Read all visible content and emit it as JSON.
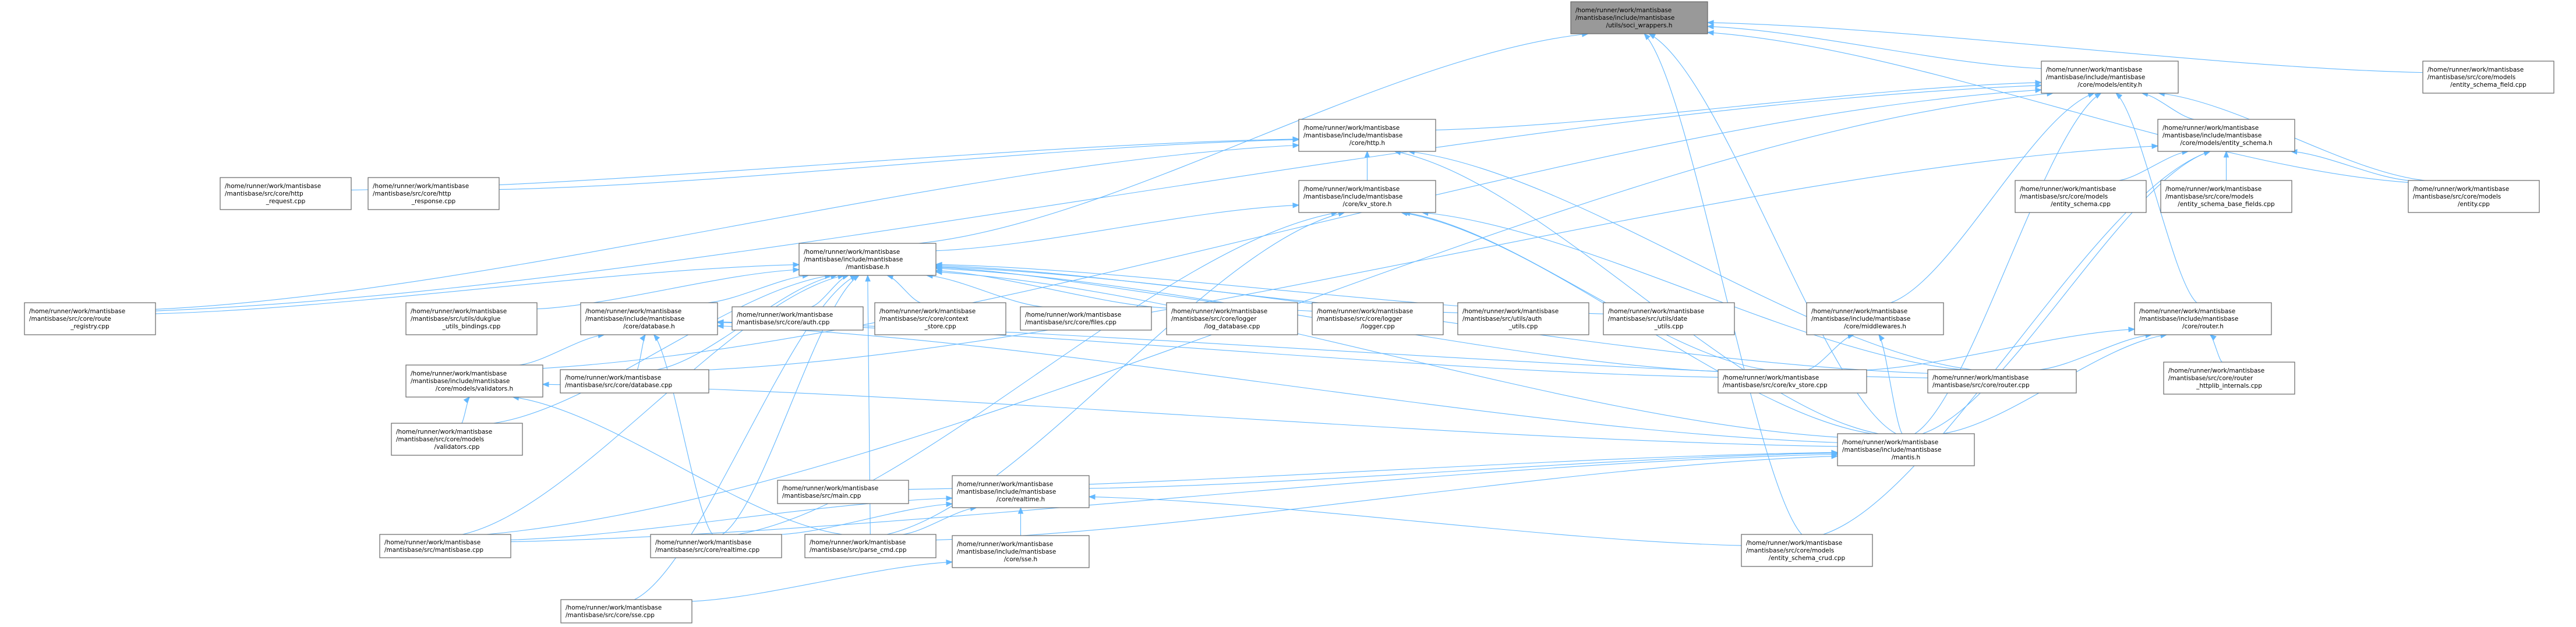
{
  "title": "Include dependency graph (included by) for soci_wrappers.h",
  "colors": {
    "edge": "#63b8ff",
    "focus_fill": "#999999",
    "node_fill": "#ffffff",
    "node_border": "#666666"
  },
  "nodes": [
    {
      "id": "soci_wrappers_h",
      "focus": true,
      "lines": [
        "/home/runner/work/mantisbase",
        "/mantisbase/include/mantisbase",
        "/utils/soci_wrappers.h"
      ]
    },
    {
      "id": "entity_h",
      "lines": [
        "/home/runner/work/mantisbase",
        "/mantisbase/include/mantisbase",
        "/core/models/entity.h"
      ]
    },
    {
      "id": "entity_schema_field_cpp",
      "lines": [
        "/home/runner/work/mantisbase",
        "/mantisbase/src/core/models",
        "/entity_schema_field.cpp"
      ]
    },
    {
      "id": "http_h",
      "lines": [
        "/home/runner/work/mantisbase",
        "/mantisbase/include/mantisbase",
        "/core/http.h"
      ]
    },
    {
      "id": "entity_schema_h",
      "lines": [
        "/home/runner/work/mantisbase",
        "/mantisbase/include/mantisbase",
        "/core/models/entity_schema.h"
      ]
    },
    {
      "id": "http_request_cpp",
      "lines": [
        "/home/runner/work/mantisbase",
        "/mantisbase/src/core/http",
        "_request.cpp"
      ]
    },
    {
      "id": "http_response_cpp",
      "lines": [
        "/home/runner/work/mantisbase",
        "/mantisbase/src/core/http",
        "_response.cpp"
      ]
    },
    {
      "id": "kv_store_h",
      "lines": [
        "/home/runner/work/mantisbase",
        "/mantisbase/include/mantisbase",
        "/core/kv_store.h"
      ]
    },
    {
      "id": "entity_schema_cpp",
      "lines": [
        "/home/runner/work/mantisbase",
        "/mantisbase/src/core/models",
        "/entity_schema.cpp"
      ]
    },
    {
      "id": "entity_schema_base_fields_cpp",
      "lines": [
        "/home/runner/work/mantisbase",
        "/mantisbase/src/core/models",
        "/entity_schema_base_fields.cpp"
      ]
    },
    {
      "id": "entity_cpp",
      "lines": [
        "/home/runner/work/mantisbase",
        "/mantisbase/src/core/models",
        "/entity.cpp"
      ]
    },
    {
      "id": "mantisbase_h",
      "lines": [
        "/home/runner/work/mantisbase",
        "/mantisbase/include/mantisbase",
        "/mantisbase.h"
      ]
    },
    {
      "id": "route_registry_cpp",
      "lines": [
        "/home/runner/work/mantisbase",
        "/mantisbase/src/core/route",
        "_registry.cpp"
      ]
    },
    {
      "id": "dukglue_utils_bindings_cpp",
      "lines": [
        "/home/runner/work/mantisbase",
        "/mantisbase/src/utils/dukglue",
        "_utils_bindings.cpp"
      ]
    },
    {
      "id": "database_h",
      "lines": [
        "/home/runner/work/mantisbase",
        "/mantisbase/include/mantisbase",
        "/core/database.h"
      ]
    },
    {
      "id": "auth_cpp",
      "lines": [
        "/home/runner/work/mantisbase",
        "/mantisbase/src/core/auth.cpp"
      ]
    },
    {
      "id": "context_store_cpp",
      "lines": [
        "/home/runner/work/mantisbase",
        "/mantisbase/src/core/context",
        "_store.cpp"
      ]
    },
    {
      "id": "files_cpp",
      "lines": [
        "/home/runner/work/mantisbase",
        "/mantisbase/src/core/files.cpp"
      ]
    },
    {
      "id": "log_database_cpp",
      "lines": [
        "/home/runner/work/mantisbase",
        "/mantisbase/src/core/logger",
        "/log_database.cpp"
      ]
    },
    {
      "id": "logger_cpp",
      "lines": [
        "/home/runner/work/mantisbase",
        "/mantisbase/src/core/logger",
        "/logger.cpp"
      ]
    },
    {
      "id": "auth_utils_cpp",
      "lines": [
        "/home/runner/work/mantisbase",
        "/mantisbase/src/utils/auth",
        "_utils.cpp"
      ]
    },
    {
      "id": "date_utils_cpp",
      "lines": [
        "/home/runner/work/mantisbase",
        "/mantisbase/src/utils/date",
        "_utils.cpp"
      ]
    },
    {
      "id": "middlewares_h",
      "lines": [
        "/home/runner/work/mantisbase",
        "/mantisbase/include/mantisbase",
        "/core/middlewares.h"
      ]
    },
    {
      "id": "router_h",
      "lines": [
        "/home/runner/work/mantisbase",
        "/mantisbase/include/mantisbase",
        "/core/router.h"
      ]
    },
    {
      "id": "validators_h",
      "lines": [
        "/home/runner/work/mantisbase",
        "/mantisbase/include/mantisbase",
        "/core/models/validators.h"
      ]
    },
    {
      "id": "database_cpp",
      "lines": [
        "/home/runner/work/mantisbase",
        "/mantisbase/src/core/database.cpp"
      ]
    },
    {
      "id": "kv_store_cpp",
      "lines": [
        "/home/runner/work/mantisbase",
        "/mantisbase/src/core/kv_store.cpp"
      ]
    },
    {
      "id": "router_cpp",
      "lines": [
        "/home/runner/work/mantisbase",
        "/mantisbase/src/core/router.cpp"
      ]
    },
    {
      "id": "router_httplib_internals_cpp",
      "lines": [
        "/home/runner/work/mantisbase",
        "/mantisbase/src/core/router",
        "_httplib_internals.cpp"
      ]
    },
    {
      "id": "validators_cpp",
      "lines": [
        "/home/runner/work/mantisbase",
        "/mantisbase/src/core/models",
        "/validators.cpp"
      ]
    },
    {
      "id": "mantis_h",
      "lines": [
        "/home/runner/work/mantisbase",
        "/mantisbase/include/mantisbase",
        "/mantis.h"
      ]
    },
    {
      "id": "main_cpp",
      "lines": [
        "/home/runner/work/mantisbase",
        "/mantisbase/src/main.cpp"
      ]
    },
    {
      "id": "realtime_h",
      "lines": [
        "/home/runner/work/mantisbase",
        "/mantisbase/include/mantisbase",
        "/core/realtime.h"
      ]
    },
    {
      "id": "mantisbase_cpp",
      "lines": [
        "/home/runner/work/mantisbase",
        "/mantisbase/src/mantisbase.cpp"
      ]
    },
    {
      "id": "realtime_cpp",
      "lines": [
        "/home/runner/work/mantisbase",
        "/mantisbase/src/core/realtime.cpp"
      ]
    },
    {
      "id": "parse_cmd_cpp",
      "lines": [
        "/home/runner/work/mantisbase",
        "/mantisbase/src/parse_cmd.cpp"
      ]
    },
    {
      "id": "sse_h",
      "lines": [
        "/home/runner/work/mantisbase",
        "/mantisbase/include/mantisbase",
        "/core/sse.h"
      ]
    },
    {
      "id": "entity_schema_crud_cpp",
      "lines": [
        "/home/runner/work/mantisbase",
        "/mantisbase/src/core/models",
        "/entity_schema_crud.cpp"
      ]
    },
    {
      "id": "sse_cpp",
      "lines": [
        "/home/runner/work/mantisbase",
        "/mantisbase/src/core/sse.cpp"
      ]
    }
  ],
  "edges": [
    [
      "entity_h",
      "soci_wrappers_h"
    ],
    [
      "entity_schema_field_cpp",
      "soci_wrappers_h"
    ],
    [
      "entity_cpp",
      "soci_wrappers_h"
    ],
    [
      "mantis_h",
      "soci_wrappers_h"
    ],
    [
      "mantisbase_h",
      "soci_wrappers_h"
    ],
    [
      "entity_schema_crud_cpp",
      "soci_wrappers_h"
    ],
    [
      "http_h",
      "entity_h"
    ],
    [
      "entity_schema_h",
      "entity_h"
    ],
    [
      "entity_cpp",
      "entity_h"
    ],
    [
      "middlewares_h",
      "entity_h"
    ],
    [
      "router_h",
      "entity_h"
    ],
    [
      "mantis_h",
      "entity_h"
    ],
    [
      "route_registry_cpp",
      "entity_h"
    ],
    [
      "validators_h",
      "entity_h"
    ],
    [
      "mantisbase_cpp",
      "entity_h"
    ],
    [
      "kv_store_h",
      "http_h"
    ],
    [
      "http_request_cpp",
      "http_h"
    ],
    [
      "http_response_cpp",
      "http_h"
    ],
    [
      "route_registry_cpp",
      "http_h"
    ],
    [
      "mantis_h",
      "http_h"
    ],
    [
      "router_cpp",
      "http_h"
    ],
    [
      "entity_schema_cpp",
      "entity_schema_h"
    ],
    [
      "entity_schema_base_fields_cpp",
      "entity_schema_h"
    ],
    [
      "entity_cpp",
      "entity_schema_h"
    ],
    [
      "mantis_h",
      "entity_schema_h"
    ],
    [
      "entity_schema_crud_cpp",
      "entity_schema_h"
    ],
    [
      "database_cpp",
      "entity_schema_h"
    ],
    [
      "mantisbase_h",
      "kv_store_h"
    ],
    [
      "kv_store_cpp",
      "kv_store_h"
    ],
    [
      "mantis_h",
      "kv_store_h"
    ],
    [
      "router_cpp",
      "kv_store_h"
    ],
    [
      "parse_cmd_cpp",
      "kv_store_h"
    ],
    [
      "realtime_cpp",
      "kv_store_h"
    ],
    [
      "route_registry_cpp",
      "mantisbase_h"
    ],
    [
      "dukglue_utils_bindings_cpp",
      "mantisbase_h"
    ],
    [
      "database_h",
      "mantisbase_h"
    ],
    [
      "auth_cpp",
      "mantisbase_h"
    ],
    [
      "context_store_cpp",
      "mantisbase_h"
    ],
    [
      "files_cpp",
      "mantisbase_h"
    ],
    [
      "log_database_cpp",
      "mantisbase_h"
    ],
    [
      "logger_cpp",
      "mantisbase_h"
    ],
    [
      "auth_utils_cpp",
      "mantisbase_h"
    ],
    [
      "date_utils_cpp",
      "mantisbase_h"
    ],
    [
      "kv_store_cpp",
      "mantisbase_h"
    ],
    [
      "router_cpp",
      "mantisbase_h"
    ],
    [
      "mantis_h",
      "mantisbase_h"
    ],
    [
      "database_cpp",
      "mantisbase_h"
    ],
    [
      "validators_cpp",
      "mantisbase_h"
    ],
    [
      "mantisbase_cpp",
      "mantisbase_h"
    ],
    [
      "realtime_cpp",
      "mantisbase_h"
    ],
    [
      "parse_cmd_cpp",
      "mantisbase_h"
    ],
    [
      "sse_cpp",
      "mantisbase_h"
    ],
    [
      "validators_h",
      "database_h"
    ],
    [
      "database_cpp",
      "database_h"
    ],
    [
      "kv_store_cpp",
      "database_h"
    ],
    [
      "router_cpp",
      "database_h"
    ],
    [
      "mantis_h",
      "database_h"
    ],
    [
      "realtime_cpp",
      "database_h"
    ],
    [
      "kv_store_cpp",
      "middlewares_h"
    ],
    [
      "mantis_h",
      "middlewares_h"
    ],
    [
      "kv_store_cpp",
      "router_h"
    ],
    [
      "router_cpp",
      "router_h"
    ],
    [
      "router_httplib_internals_cpp",
      "router_h"
    ],
    [
      "mantis_h",
      "router_h"
    ],
    [
      "validators_cpp",
      "validators_h"
    ],
    [
      "mantis_h",
      "validators_h"
    ],
    [
      "parse_cmd_cpp",
      "validators_h"
    ],
    [
      "main_cpp",
      "mantis_h"
    ],
    [
      "realtime_h",
      "mantis_h"
    ],
    [
      "mantisbase_cpp",
      "mantis_h"
    ],
    [
      "parse_cmd_cpp",
      "mantis_h"
    ],
    [
      "sse_h",
      "realtime_h"
    ],
    [
      "mantisbase_cpp",
      "realtime_h"
    ],
    [
      "realtime_cpp",
      "realtime_h"
    ],
    [
      "parse_cmd_cpp",
      "realtime_h"
    ],
    [
      "entity_schema_crud_cpp",
      "realtime_h"
    ],
    [
      "sse_cpp",
      "sse_h"
    ]
  ]
}
